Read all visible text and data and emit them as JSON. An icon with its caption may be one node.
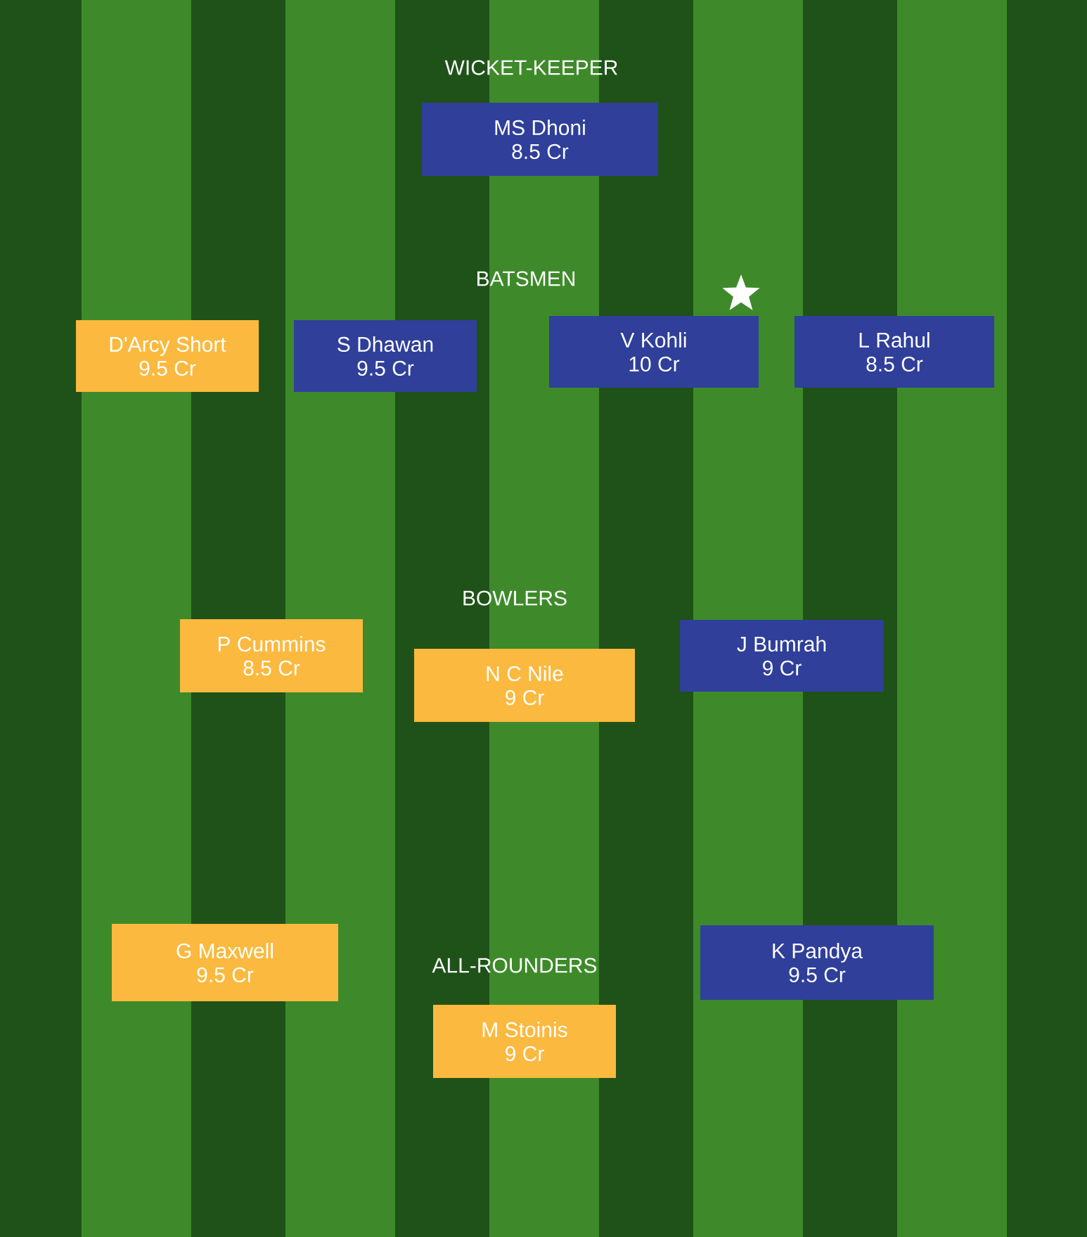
{
  "diagram": {
    "nodes": [
      {
        "text": [
          "MS Dhoni",
          "8.5 Cr"
        ]
      },
      {
        "text": [
          "D'Arcy Short",
          "9.5 Cr"
        ]
      },
      {
        "text": [
          "S Dhawan",
          "9.5 Cr"
        ]
      },
      {
        "text": [
          "V Kohli",
          "10 Cr"
        ]
      },
      {
        "text": [
          "L Rahul",
          "8.5 Cr"
        ]
      },
      {
        "text": [
          "P Cummins",
          "8.5 Cr"
        ]
      },
      {
        "text": [
          "N C Nile",
          "9 Cr"
        ]
      },
      {
        "text": [
          "J Bumrah",
          "9 Cr"
        ]
      },
      {
        "text": [
          "G Maxwell",
          "9.5 Cr"
        ]
      },
      {
        "text": [
          "K Pandya",
          "9.5 Cr"
        ]
      },
      {
        "text": [
          "M Stoinis",
          "9 Cr"
        ]
      }
    ],
    "labels": [
      "WICKET-KEEPER",
      "BATSMEN",
      "BOWLERS",
      "ALL-ROUNDERS"
    ]
  }
}
